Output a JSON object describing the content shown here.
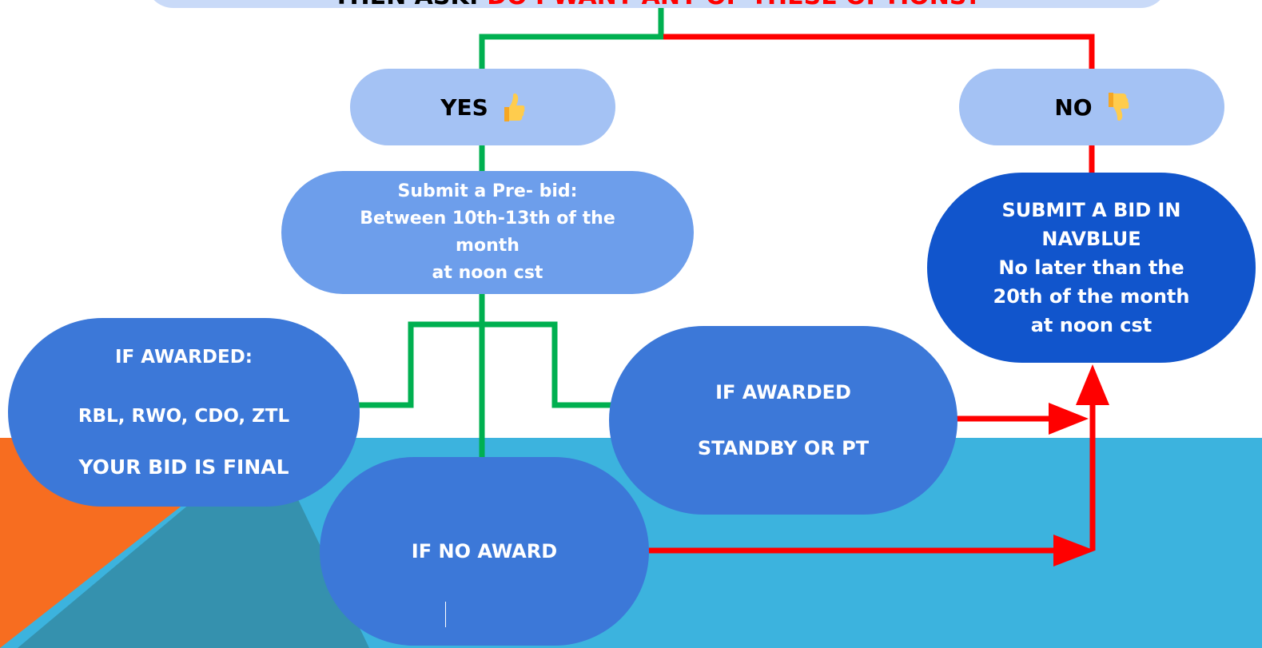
{
  "banner": {
    "prefix": "THEN ASK: ",
    "question": "DO I WANT ANY OF THESE OPTIONS?"
  },
  "nodes": {
    "yes": {
      "label": "YES",
      "icon": "thumbs-up-icon"
    },
    "no": {
      "label": "NO",
      "icon": "thumbs-down-icon"
    },
    "prebid": {
      "lines": [
        "Submit a Pre- bid:",
        "Between 10th-13th of the",
        "month",
        "at noon cst"
      ]
    },
    "navblue": {
      "lines": [
        "SUBMIT A BID IN",
        "NAVBLUE",
        "No later than the",
        "20th of the month",
        "at noon cst"
      ]
    },
    "award_reserve": {
      "title": "IF AWARDED:",
      "list": "RBL, RWO, CDO, ZTL",
      "final": "YOUR BID IS FINAL"
    },
    "award_standby": {
      "title": "IF AWARDED",
      "subtitle": "STANDBY OR PT"
    },
    "no_award": {
      "label": "IF NO AWARD"
    }
  },
  "colors": {
    "yes_path": "#00b050",
    "no_path": "#ff0000",
    "node_light": "#a4c2f4",
    "node_mid": "#6d9eeb",
    "node_blue": "#3c78d8",
    "node_dark": "#1155cc",
    "bg_cyan": "#3cb3de",
    "bg_teal": "#3591ae",
    "bg_orange": "#f76d20"
  }
}
